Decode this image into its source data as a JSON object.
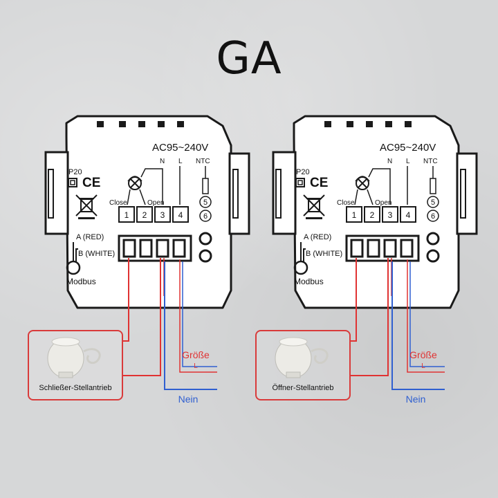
{
  "title": "GA",
  "colors": {
    "live": "#e03232",
    "neutral": "#2f5fd0",
    "frame": "#1a1a1a",
    "panel": "#ffffff"
  },
  "panel": {
    "voltage": "AC95~240V",
    "n_label": "N",
    "l_label": "L",
    "ntc_label": "NTC",
    "ip_label": "IP20",
    "ce_label": "CE",
    "close_label": "Close",
    "open_label": "Open",
    "terminals": [
      "1",
      "2",
      "3",
      "4"
    ],
    "ntc_terminals": [
      "5",
      "6"
    ],
    "a_label": "A (RED)",
    "b_label": "B (WHITE)",
    "modbus_label": "Modbus"
  },
  "diagrams": [
    {
      "actuator_label": "Schließer-Stellantrieb",
      "live_label": "Größe",
      "live_sub": "L",
      "neutral_label": "Nein"
    },
    {
      "actuator_label": "Öffner-Stellantrieb",
      "live_label": "Größe",
      "live_sub": "L",
      "neutral_label": "Nein"
    }
  ]
}
